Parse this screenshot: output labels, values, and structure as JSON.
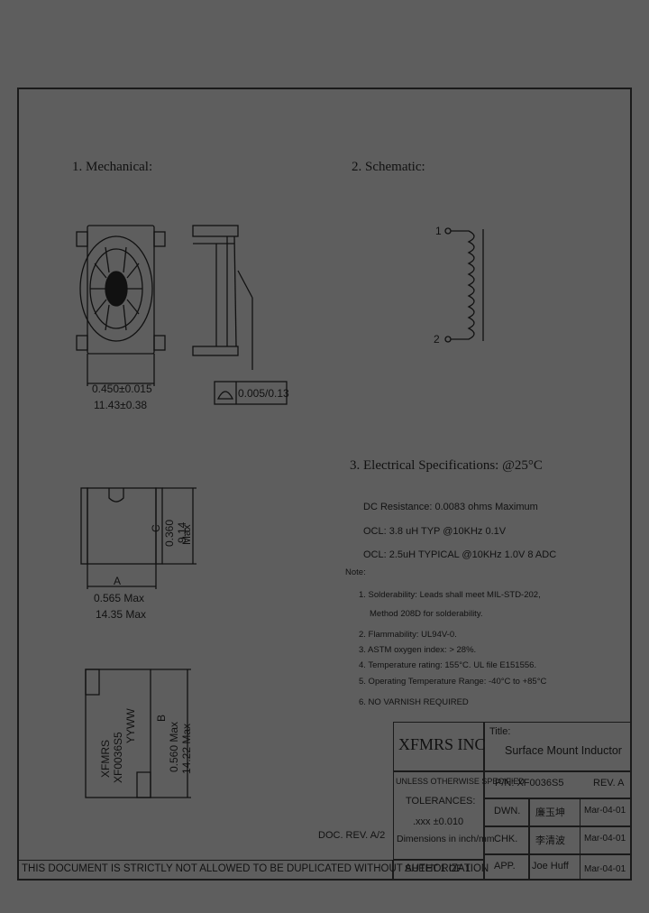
{
  "sections": {
    "mechanical": "1. Mechanical:",
    "schematic": "2. Schematic:",
    "electrical": "3. Electrical Specifications: @25°C"
  },
  "mechanical": {
    "width_in": "0.450±0.015",
    "width_mm": "11.43±0.38",
    "flatness": "0.005/0.13",
    "dim_a_label": "A",
    "dim_a_in": "0.565 Max",
    "dim_a_mm": "14.35 Max",
    "dim_c_label": "C",
    "dim_c_in": "0.360",
    "dim_c_mm": "9.14",
    "dim_c_max": "Max",
    "dim_b_label": "B",
    "dim_b_in": "0.560 Max",
    "dim_b_mm": "14.22 Max",
    "marking_line1": "XFMRS",
    "marking_line2": "XF0036S5",
    "marking_line3": "YYWW"
  },
  "schematic": {
    "pin1": "1",
    "pin2": "2"
  },
  "electrical": {
    "dcr": "DC Resistance: 0.0083 ohms Maximum",
    "ocl1": "OCL: 3.8 uH TYP @10KHz 0.1V",
    "ocl2": "OCL: 2.5uH TYPICAL @10KHz 1.0V 8 ADC",
    "note_label": "Note:",
    "notes": [
      "1. Solderability: Leads shall meet MIL-STD-202,",
      "Method 208D for solderability.",
      "2. Flammability: UL94V-0.",
      "3. ASTM oxygen index: > 28%.",
      "4. Temperature rating: 155°C. UL file E151556.",
      "5. Operating Temperature Range: -40°C to +85°C",
      "6. NO VARNISH REQUIRED"
    ]
  },
  "doc_rev": "DOC. REV. A/2",
  "footer": "THIS DOCUMENT IS STRICTLY NOT ALLOWED TO BE DUPLICATED WITHOUT AUTHORIZATION",
  "title_block": {
    "company": "XFMRS INC",
    "title_label": "Title:",
    "title": "Surface Mount Inductor",
    "tol1": "UNLESS OTHERWISE SPECIFIED",
    "tol2": "TOLERANCES:",
    "tol3": ".xxx ±0.010",
    "tol4": "Dimensions in inch/mm",
    "sheet": "SHEET 1 OF 1",
    "pn": "P/N: XF0036S5",
    "rev": "REV. A",
    "dwn_label": "DWN.",
    "dwn_name": "廉玉坤",
    "dwn_date": "Mar-04-01",
    "chk_label": "CHK.",
    "chk_name": "李清波",
    "chk_date": "Mar-04-01",
    "app_label": "APP.",
    "app_name": "Joe Huff",
    "app_date": "Mar-04-01"
  }
}
